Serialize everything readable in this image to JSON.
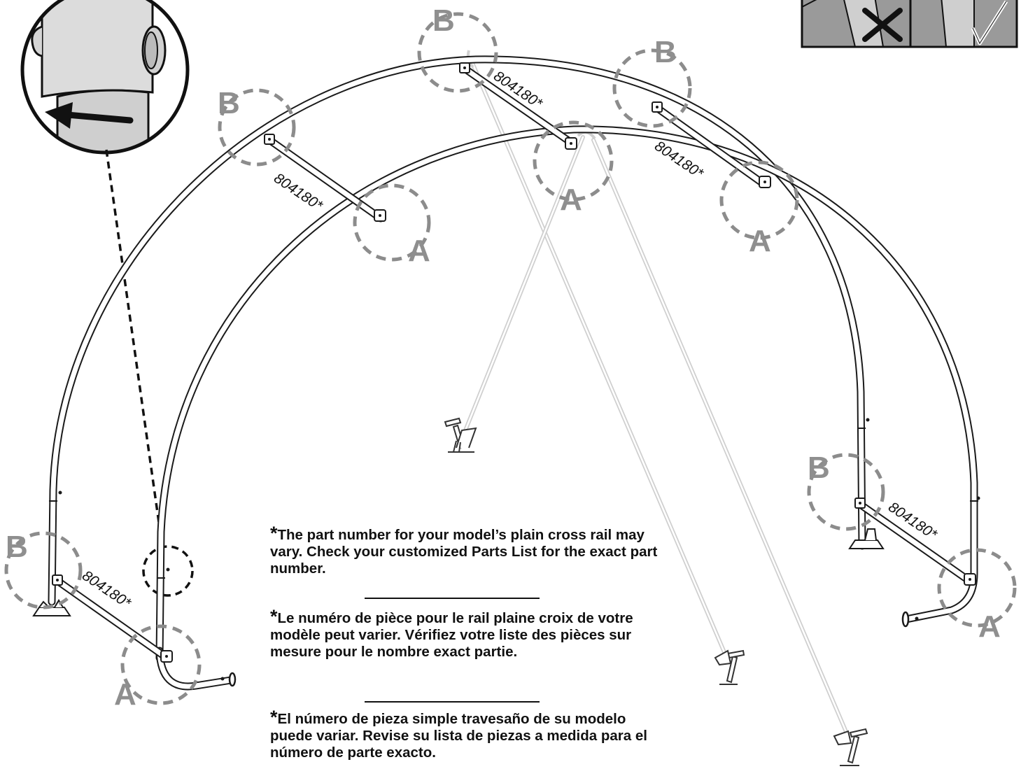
{
  "callouts": {
    "letter_a": "A",
    "letter_b": "B"
  },
  "part_number": "804180*",
  "notes": {
    "english": {
      "star": "*",
      "text": "The part number for your model’s plain cross rail may vary. Check your customized Parts List for the exact part number."
    },
    "french": {
      "star": "*",
      "text": "Le numéro de pièce pour le rail plaine croix de votre modèle peut varier. Vérifiez votre liste des pièces sur mesure pour le nombre exact partie."
    },
    "spanish": {
      "star": "*",
      "text": "El número de pieza simple travesaño de su modelo puede variar. Revise su lista de piezas a medida para el número de parte exacto."
    }
  },
  "colors": {
    "line": "#1a1a1a",
    "callout_gray": "#8c8c8c",
    "rope_gray": "#cfcfcf"
  }
}
